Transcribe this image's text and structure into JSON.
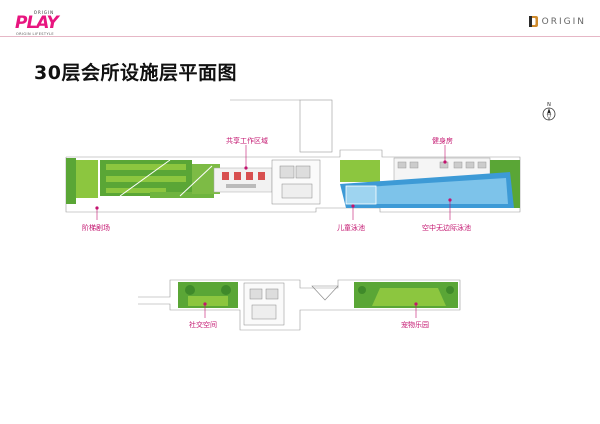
{
  "header": {
    "left_logo": {
      "top_text": "ORIGIN",
      "brand": "PLAY",
      "sub_text": "ORIGIN LIFESTYLE"
    },
    "right_logo": {
      "text": "ORIGIN"
    }
  },
  "title": "30层会所设施层平面图",
  "compass_label": "N",
  "labels": {
    "coworking": "共享工作区域",
    "gym": "健身房",
    "stair_theater": "阶梯剧场",
    "kids_pool": "儿童泳池",
    "infinity_pool": "空中无边际泳池",
    "social_space": "社交空间",
    "pet_park": "宠物乐园"
  },
  "colors": {
    "accent": "#c3146f",
    "brand_pink": "#e8157f",
    "grass": "#5aa636",
    "grass_light": "#8cc63f",
    "pool": "#3d9ad6",
    "pool_light": "#7dc3ea"
  }
}
